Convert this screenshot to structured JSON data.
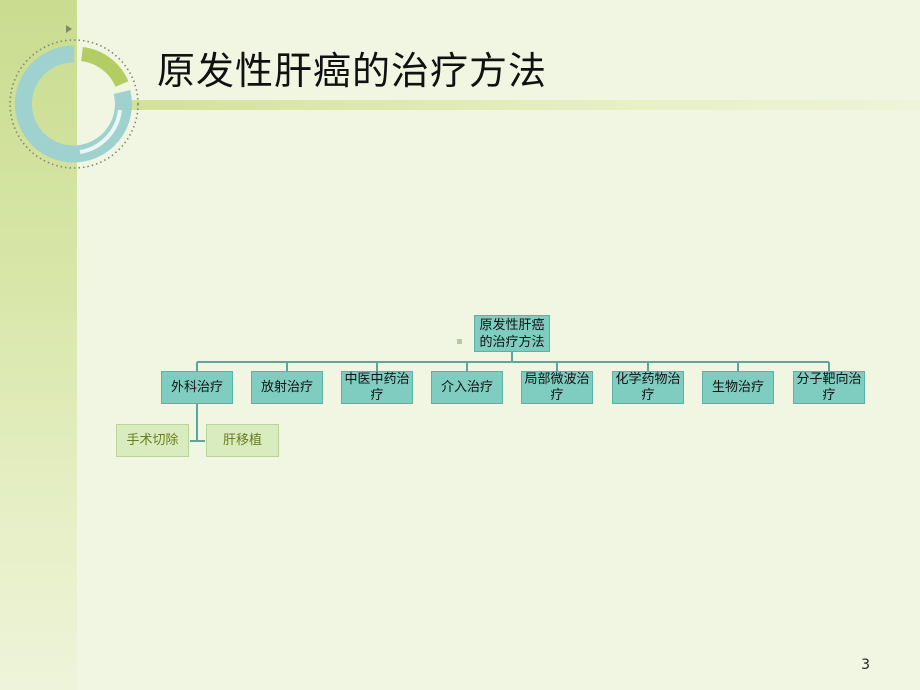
{
  "slide": {
    "title": "原发性肝癌的治疗方法",
    "page_number": "3"
  },
  "org_chart": {
    "root": "原发性肝癌\n的治疗方法",
    "branches": [
      {
        "label": "外科治疗"
      },
      {
        "label": "放射治疗"
      },
      {
        "label": "中医中药治\n疗"
      },
      {
        "label": "介入治疗"
      },
      {
        "label": "局部微波治\n疗"
      },
      {
        "label": "化学药物治\n疗"
      },
      {
        "label": "生物治疗"
      },
      {
        "label": "分子靶向治\n疗"
      }
    ],
    "surgery_children": [
      {
        "label": "手术切除"
      },
      {
        "label": "肝移植"
      }
    ]
  },
  "colors": {
    "background": "#f1f6e2",
    "node_fill": "#7fcdc0",
    "sub_node_fill": "#d9ecc0",
    "connector": "#5aa89b"
  }
}
